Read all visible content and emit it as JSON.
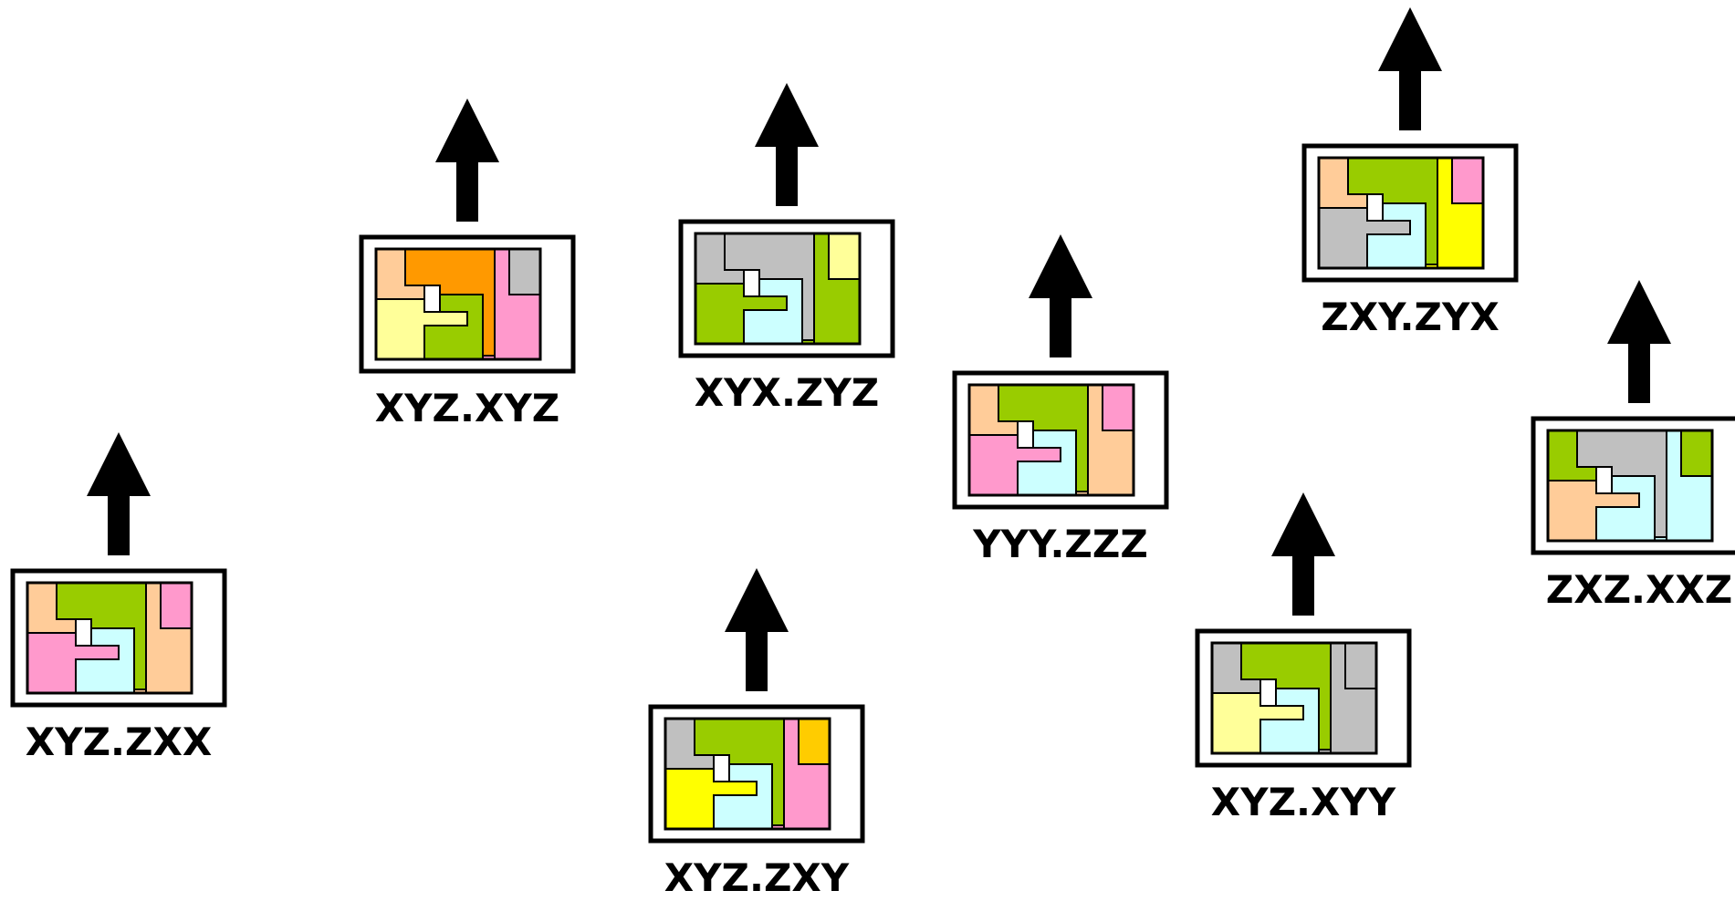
{
  "palette": {
    "A": "#ffcc99",
    "B": "#99cc00",
    "C": "#ff99cc",
    "D": "#ffff99",
    "E": "#ff9900",
    "F": "#c0c0c0",
    "G": "#ffff00",
    "H": "#ffcc00",
    "I": "#ccffff"
  },
  "icons": [
    {
      "label": "XYZ.ZXX",
      "colors": [
        "A",
        "B",
        "A",
        "C",
        "C",
        "I",
        "A"
      ]
    },
    {
      "label": "XYZ.XYZ",
      "colors": [
        "A",
        "E",
        "C",
        "F",
        "D",
        "B",
        "C"
      ]
    },
    {
      "label": "XYX.ZYZ",
      "colors": [
        "F",
        "F",
        "B",
        "D",
        "B",
        "I",
        "B"
      ]
    },
    {
      "label": "XYZ.ZXY",
      "colors": [
        "F",
        "B",
        "C",
        "H",
        "G",
        "I",
        "C"
      ]
    },
    {
      "label": "YYY.ZZZ",
      "colors": [
        "A",
        "B",
        "A",
        "C",
        "C",
        "I",
        "A"
      ]
    },
    {
      "label": "ZXY.ZYX",
      "colors": [
        "A",
        "B",
        "G",
        "C",
        "F",
        "I",
        "G"
      ]
    },
    {
      "label": "XYZ.XYY",
      "colors": [
        "F",
        "B",
        "F",
        "F",
        "D",
        "I",
        "F"
      ]
    },
    {
      "label": "ZXZ.XXZ",
      "colors": [
        "B",
        "F",
        "I",
        "B",
        "A",
        "I",
        "I"
      ]
    }
  ]
}
